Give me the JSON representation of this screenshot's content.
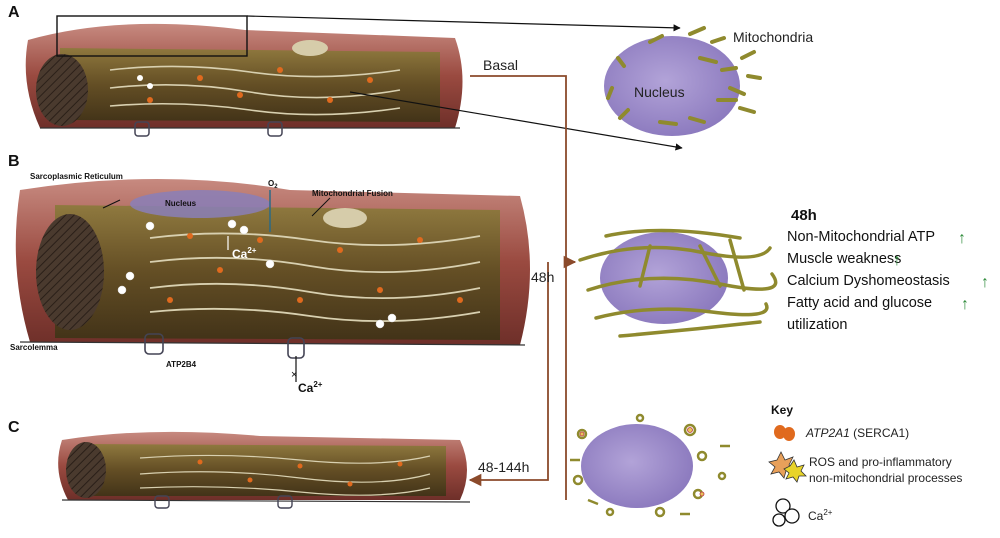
{
  "panels": {
    "a": {
      "letter": "A"
    },
    "b": {
      "letter": "B"
    },
    "c": {
      "letter": "C"
    }
  },
  "labels": {
    "mitochondria": "Mitochondria",
    "nucleus_a": "Nucleus",
    "sarcoplasmic_reticulum": "Sarcoplasmic Reticulum",
    "nucleus_b": "Nucleus",
    "o2": "O",
    "o2_sub": "2",
    "mitochondrial_fusion": "Mitochondrial Fusion",
    "ca_inner": "Ca",
    "ca_inner_sup": "2+",
    "sarcolemma": "Sarcolemma",
    "atp2b4": "ATP2B4",
    "ca_bottom": "Ca",
    "ca_bottom_sup": "2+"
  },
  "timeline": {
    "basal": "Basal",
    "h48": "48h",
    "h48_144": "48-144h"
  },
  "effects": {
    "title": "48h",
    "items": [
      {
        "text": "Non-Mitochondrial ATP",
        "arrow": "↑"
      },
      {
        "text": "Muscle weakness",
        "arrow": "↑"
      },
      {
        "text": "Calcium Dyshomeostasis",
        "arrow": "↑"
      },
      {
        "text": "Fatty acid and glucose",
        "arrow": "↑"
      },
      {
        "text": "utilization",
        "arrow": ""
      }
    ],
    "arrow_color": "#2e8b3a"
  },
  "key": {
    "title": "Key",
    "serca_italic": "ATP2A1",
    "serca_paren": "(SERCA1)",
    "ros_line1": "ROS and pro-inflammatory",
    "ros_line2": "non-mitochondrial processes",
    "ca_label": "Ca",
    "ca_sup": "2+"
  },
  "colors": {
    "muscle": "#9a4a40",
    "muscle_dark": "#6e2f29",
    "fiber": "#6b5a2a",
    "mito": "#b3a24a",
    "nucleus": "#9b8bc4",
    "serca": "#e06a1e",
    "timeline": "#8b4a2b"
  }
}
